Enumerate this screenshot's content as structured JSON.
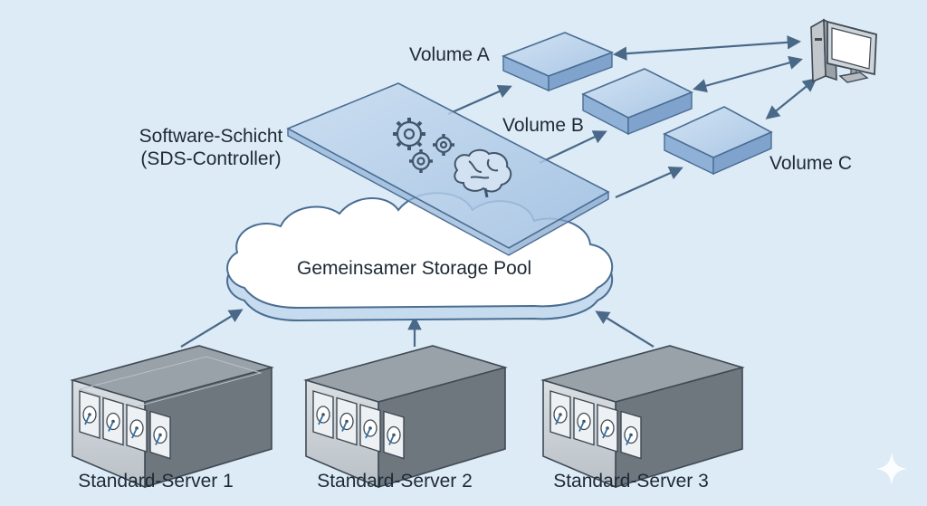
{
  "labels": {
    "volume_a": "Volume A",
    "volume_b": "Volume B",
    "volume_c": "Volume C",
    "software_layer_line1": "Software-Schicht",
    "software_layer_line2": "(SDS-Controller)",
    "storage_pool": "Gemeinsamer Storage Pool",
    "server_1": "Standard-Server 1",
    "server_2": "Standard-Server 2",
    "server_3": "Standard-Server 3"
  },
  "icons": [
    "gear-icon",
    "brain-icon",
    "computer-icon",
    "hard-drive-icon",
    "sparkle-icon"
  ],
  "colors": {
    "background": "#dcebf6",
    "box_fill": "#b8d0ea",
    "box_stroke": "#4a6d92",
    "arrow": "#4a6887",
    "cloud_fill": "#ffffff",
    "server_body": "#8f969d"
  }
}
